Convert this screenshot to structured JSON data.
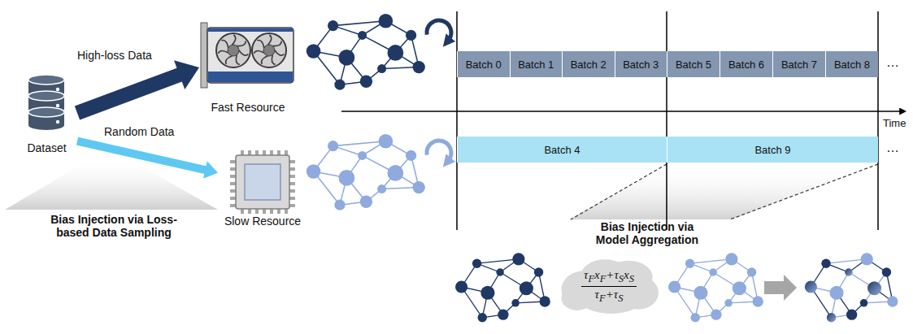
{
  "diagram": {
    "nodes": [
      {
        "text": [
          "Dataset"
        ]
      },
      {
        "text": [
          "Fast Resource"
        ]
      },
      {
        "text": [
          "Slow Resource"
        ]
      },
      {
        "text": [
          "Batch 0"
        ]
      },
      {
        "text": [
          "Batch 1"
        ]
      },
      {
        "text": [
          "Batch 2"
        ]
      },
      {
        "text": [
          "Batch 3"
        ]
      },
      {
        "text": [
          "Batch 5"
        ]
      },
      {
        "text": [
          "Batch 6"
        ]
      },
      {
        "text": [
          "Batch 7"
        ]
      },
      {
        "text": [
          "Batch 8"
        ]
      },
      {
        "text": [
          "Batch 4"
        ]
      },
      {
        "text": [
          "Batch 9"
        ]
      },
      {
        "text": [
          "τFxF+τSxS",
          "τF+τS"
        ]
      }
    ],
    "edges": [
      {
        "from": 0,
        "to": 1,
        "arrow": "to",
        "label": "High-loss Data"
      },
      {
        "from": 0,
        "to": 2,
        "arrow": "to",
        "label": "Random Data"
      }
    ],
    "labels": [
      "Time",
      "…",
      "…",
      "Bias Injection via Loss-based Data Sampling",
      "Bias Injection via Model Aggregation"
    ]
  }
}
